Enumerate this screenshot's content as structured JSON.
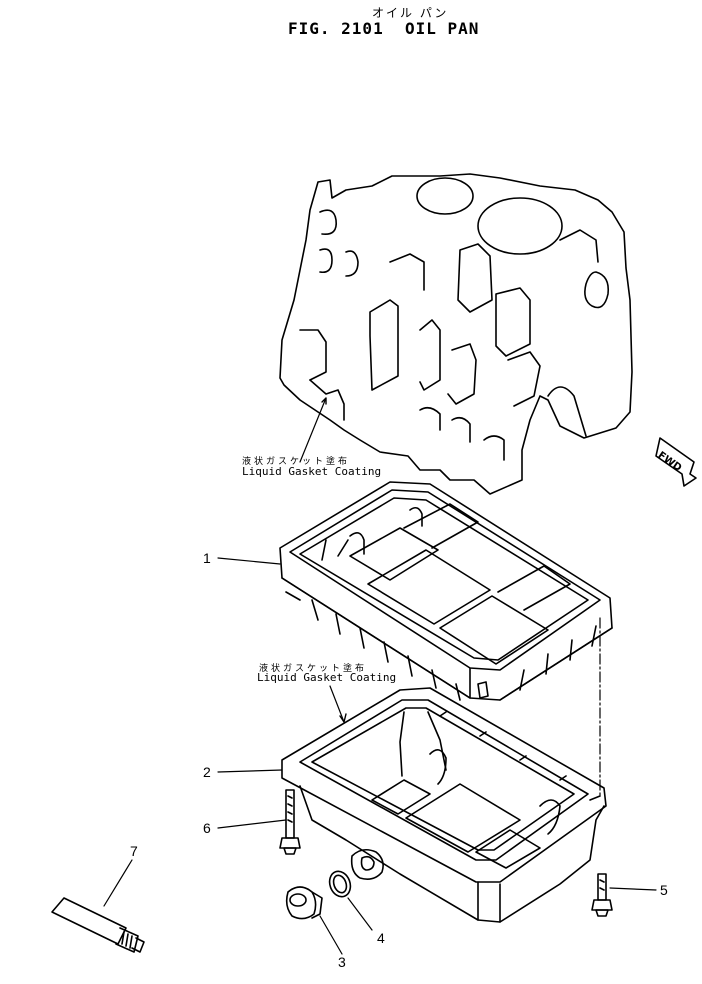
{
  "header": {
    "title_kana": "オイル パン",
    "title": "FIG. 2101  OIL PAN"
  },
  "notes": [
    {
      "jp": "液状ガスケット塗布",
      "en": "Liquid Gasket Coating"
    },
    {
      "jp": "液状ガスケット塗布",
      "en": "Liquid Gasket Coating"
    }
  ],
  "direction_marker": "FWD",
  "callouts": [
    {
      "number": "1",
      "part": "oil-pan-upper"
    },
    {
      "number": "2",
      "part": "oil-pan-lower"
    },
    {
      "number": "3",
      "part": "drain-plug"
    },
    {
      "number": "4",
      "part": "gasket-ring"
    },
    {
      "number": "5",
      "part": "bolt"
    },
    {
      "number": "6",
      "part": "bolt"
    },
    {
      "number": "7",
      "part": "liquid-gasket-tube"
    }
  ],
  "colors": {
    "ink": "#000000",
    "paper": "#ffffff"
  }
}
